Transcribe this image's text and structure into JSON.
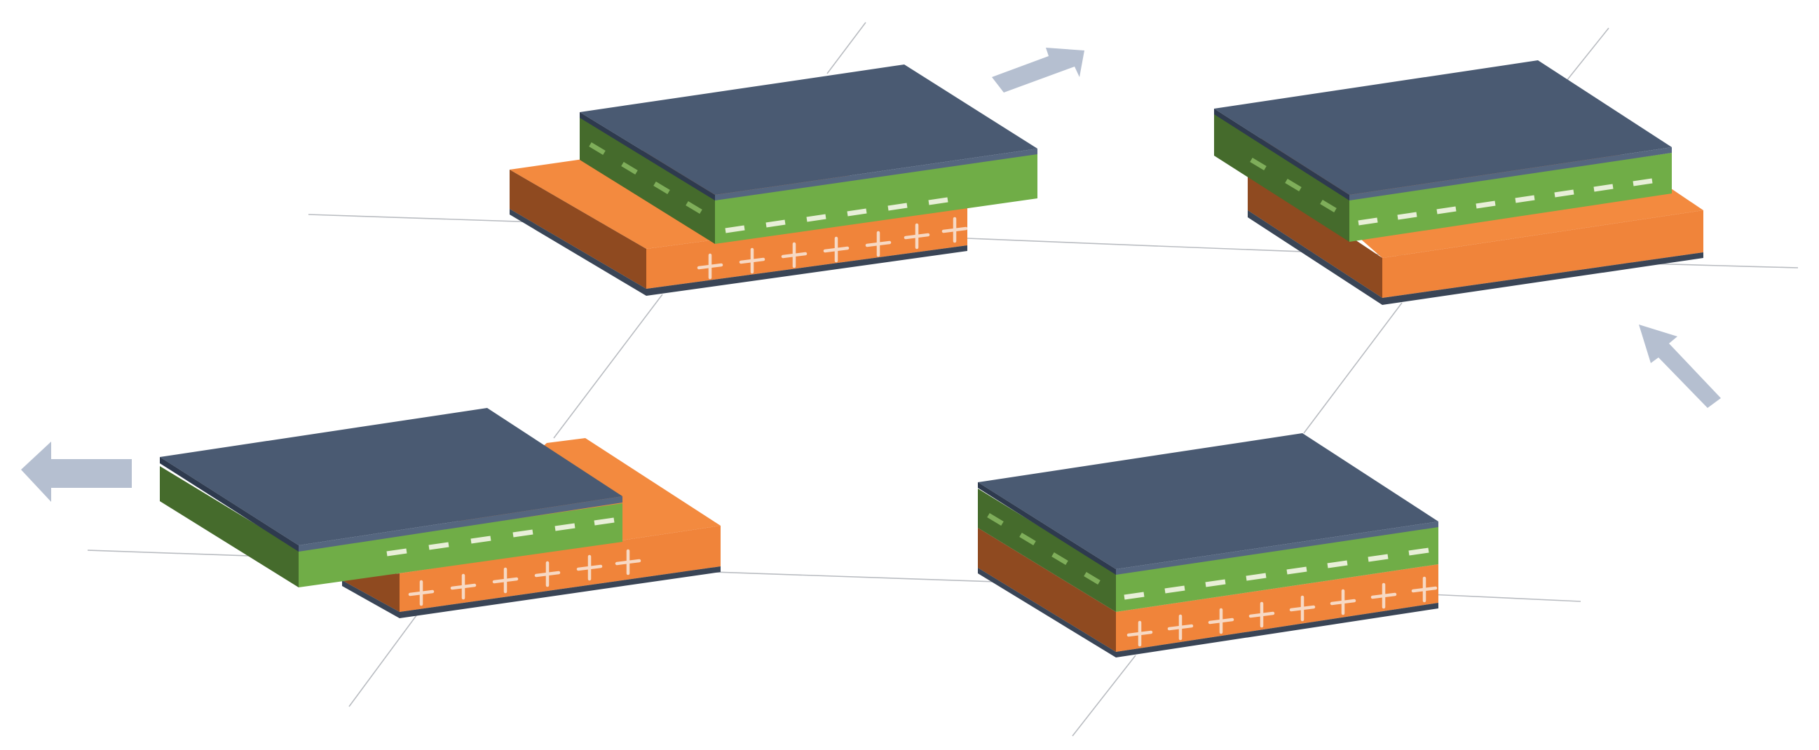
{
  "figure": {
    "modules": [
      {
        "id": "top-left",
        "state": "plates-shifted",
        "minus_marks": 6,
        "plus_marks": 7
      },
      {
        "id": "top-right",
        "state": "plates-shifted",
        "minus_marks": 8,
        "plus_marks": 0
      },
      {
        "id": "bottom-left",
        "state": "plates-shifted",
        "minus_marks": 6,
        "plus_marks": 6
      },
      {
        "id": "bottom-right",
        "state": "plates-aligned",
        "minus_marks": 8,
        "plus_marks": 8
      }
    ],
    "arrows": [
      {
        "id": "arrow-top",
        "direction": "up-right"
      },
      {
        "id": "arrow-right",
        "direction": "up"
      },
      {
        "id": "arrow-left",
        "direction": "left"
      }
    ],
    "colors": {
      "top_plate": "#4a5a72",
      "top_plate_edge": "#2e3a4e",
      "negative_layer": "#70ad47",
      "negative_layer_side": "#456b2c",
      "positive_layer": "#f0843a",
      "positive_layer_side": "#8f4a20",
      "base_edge": "#3a4556",
      "arrow": "#b5bfd0",
      "guide_line": "#b9bcc1"
    },
    "symbols": {
      "negative": "−",
      "positive": "+"
    }
  }
}
